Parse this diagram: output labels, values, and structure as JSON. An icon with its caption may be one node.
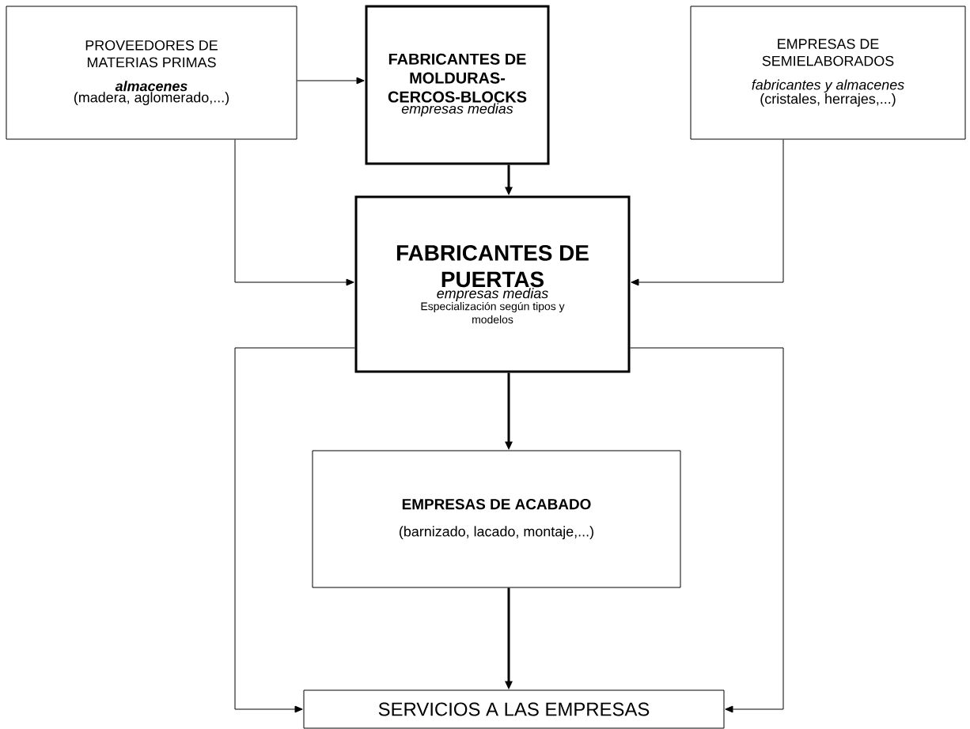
{
  "diagram": {
    "nodes": [
      {
        "text": [
          "PROVEEDORES DE MATERIAS PRIMAS",
          "almacenes",
          "(madera, aglomerado,...)"
        ]
      },
      {
        "text": [
          "FABRICANTES DE MOLDURAS-CERCOS-BLOCKS",
          "empresas medias"
        ]
      },
      {
        "text": [
          "EMPRESAS DE SEMIELABORADOS",
          "fabricantes y almacenes",
          "(cristales, herrajes,...)"
        ]
      },
      {
        "text": [
          "FABRICANTES DE PUERTAS",
          "empresas medias",
          "Especialización según tipos y modelos"
        ]
      },
      {
        "text": [
          "EMPRESAS DE ACABADO",
          "(barnizado, lacado, montaje,...)"
        ]
      },
      {
        "text": [
          "SERVICIOS A LAS EMPRESAS"
        ]
      }
    ],
    "edges": [
      {
        "from": 0,
        "to": 1,
        "arrow": "to"
      },
      {
        "from": 1,
        "to": 3,
        "arrow": "to",
        "style": "thick"
      },
      {
        "from": 0,
        "to": 3,
        "arrow": "to"
      },
      {
        "from": 2,
        "to": 3,
        "arrow": "to"
      },
      {
        "from": 3,
        "to": 4,
        "arrow": "to",
        "style": "thick"
      },
      {
        "from": 4,
        "to": 5,
        "arrow": "to",
        "style": "thick"
      },
      {
        "from": 3,
        "to": 5,
        "arrow": "to"
      },
      {
        "from": 3,
        "to": 5,
        "arrow": "to"
      }
    ]
  }
}
